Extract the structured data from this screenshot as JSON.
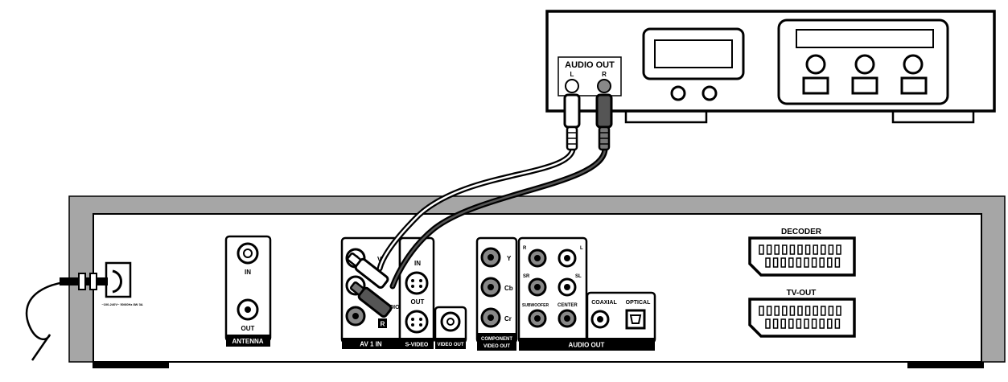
{
  "amplifier": {
    "audio_out_label": "AUDIO OUT",
    "left_label": "L",
    "right_label": "R"
  },
  "power": {
    "rating_text": "~100-240V~ 50/60Hz\n8W 3A"
  },
  "antenna": {
    "in_label": "IN",
    "out_label": "OUT",
    "title": "ANTENNA"
  },
  "av1": {
    "video_label": "V",
    "audio_label": "AUDIO",
    "r_badge": "R",
    "title": "AV 1 IN"
  },
  "svideo": {
    "in_label": "IN",
    "out_label": "OUT",
    "title": "S-VIDEO"
  },
  "video_out": {
    "title": "VIDEO OUT"
  },
  "component": {
    "y_label": "Y",
    "cb_label": "Cb",
    "cr_label": "Cr",
    "title_line1": "COMPONENT",
    "title_line2": "VIDEO OUT"
  },
  "audio_out": {
    "r_label": "R",
    "l_label": "L",
    "sr_label": "SR",
    "sl_label": "SL",
    "subwoofer_label": "SUBWOOFER",
    "center_label": "CENTER",
    "title": "AUDIO OUT"
  },
  "digital": {
    "coaxial_label": "COAXIAL",
    "optical_label": "OPTICAL"
  },
  "scart": {
    "decoder_label": "DECODER",
    "tvout_label": "TV-OUT"
  }
}
